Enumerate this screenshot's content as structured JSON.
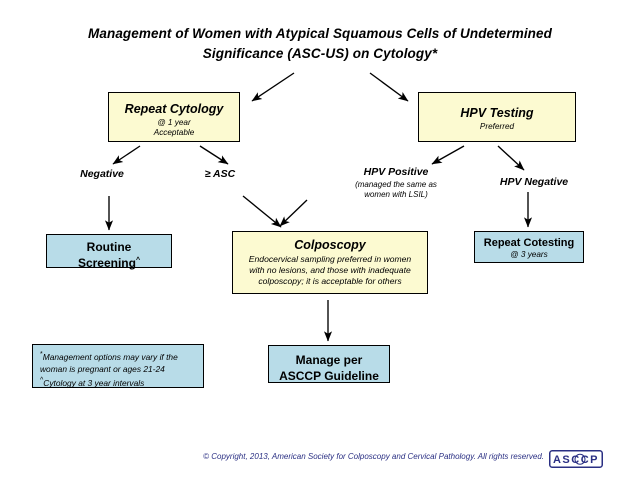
{
  "title": "Management of Women with Atypical Squamous Cells of Undetermined Significance (ASC-US) on Cytology*",
  "nodes": {
    "repeat_cytology": {
      "title": "Repeat Cytology",
      "sub1": "@  1 year",
      "sub2": "Acceptable"
    },
    "hpv_testing": {
      "title": "HPV Testing",
      "sub1": "Preferred"
    },
    "routine_screening": {
      "line1": "Routine",
      "line2": "Screening",
      "marker": "^"
    },
    "colposcopy": {
      "title": "Colposcopy",
      "sub1": "Endocervical sampling preferred in women",
      "sub2": "with no lesions, and those with inadequate",
      "sub3": "colposcopy; it is acceptable for others"
    },
    "repeat_cotesting": {
      "title": "Repeat Cotesting",
      "sub1": "@ 3 years"
    },
    "manage_asccp": {
      "line1": "Manage per",
      "line2": "ASCCP Guideline"
    }
  },
  "labels": {
    "negative": "Negative",
    "gte_asc": "≥ ASC",
    "hpv_positive": "HPV Positive",
    "hpv_positive_sub1": "(managed the same as",
    "hpv_positive_sub2": "women with LSIL)",
    "hpv_negative": "HPV Negative"
  },
  "footnotes": {
    "marker1": "*",
    "line1": "Management options may vary if the",
    "line1b": "woman is pregnant or ages 21-24",
    "marker2": "^",
    "line2": "Cytology at 3 year intervals"
  },
  "footer": {
    "copyright": "© Copyright, 2013, American Society for Colposcopy and Cervical Pathology.  All rights reserved.",
    "logo_text": "ASCCP",
    "logo_letters": [
      "A",
      "S",
      "C",
      "C",
      "P"
    ]
  },
  "colors": {
    "box_cream": "#fcfad1",
    "box_blue": "#b8dce8",
    "border": "#000000",
    "footer_navy": "#2a2f83",
    "arrow": "#000000"
  }
}
